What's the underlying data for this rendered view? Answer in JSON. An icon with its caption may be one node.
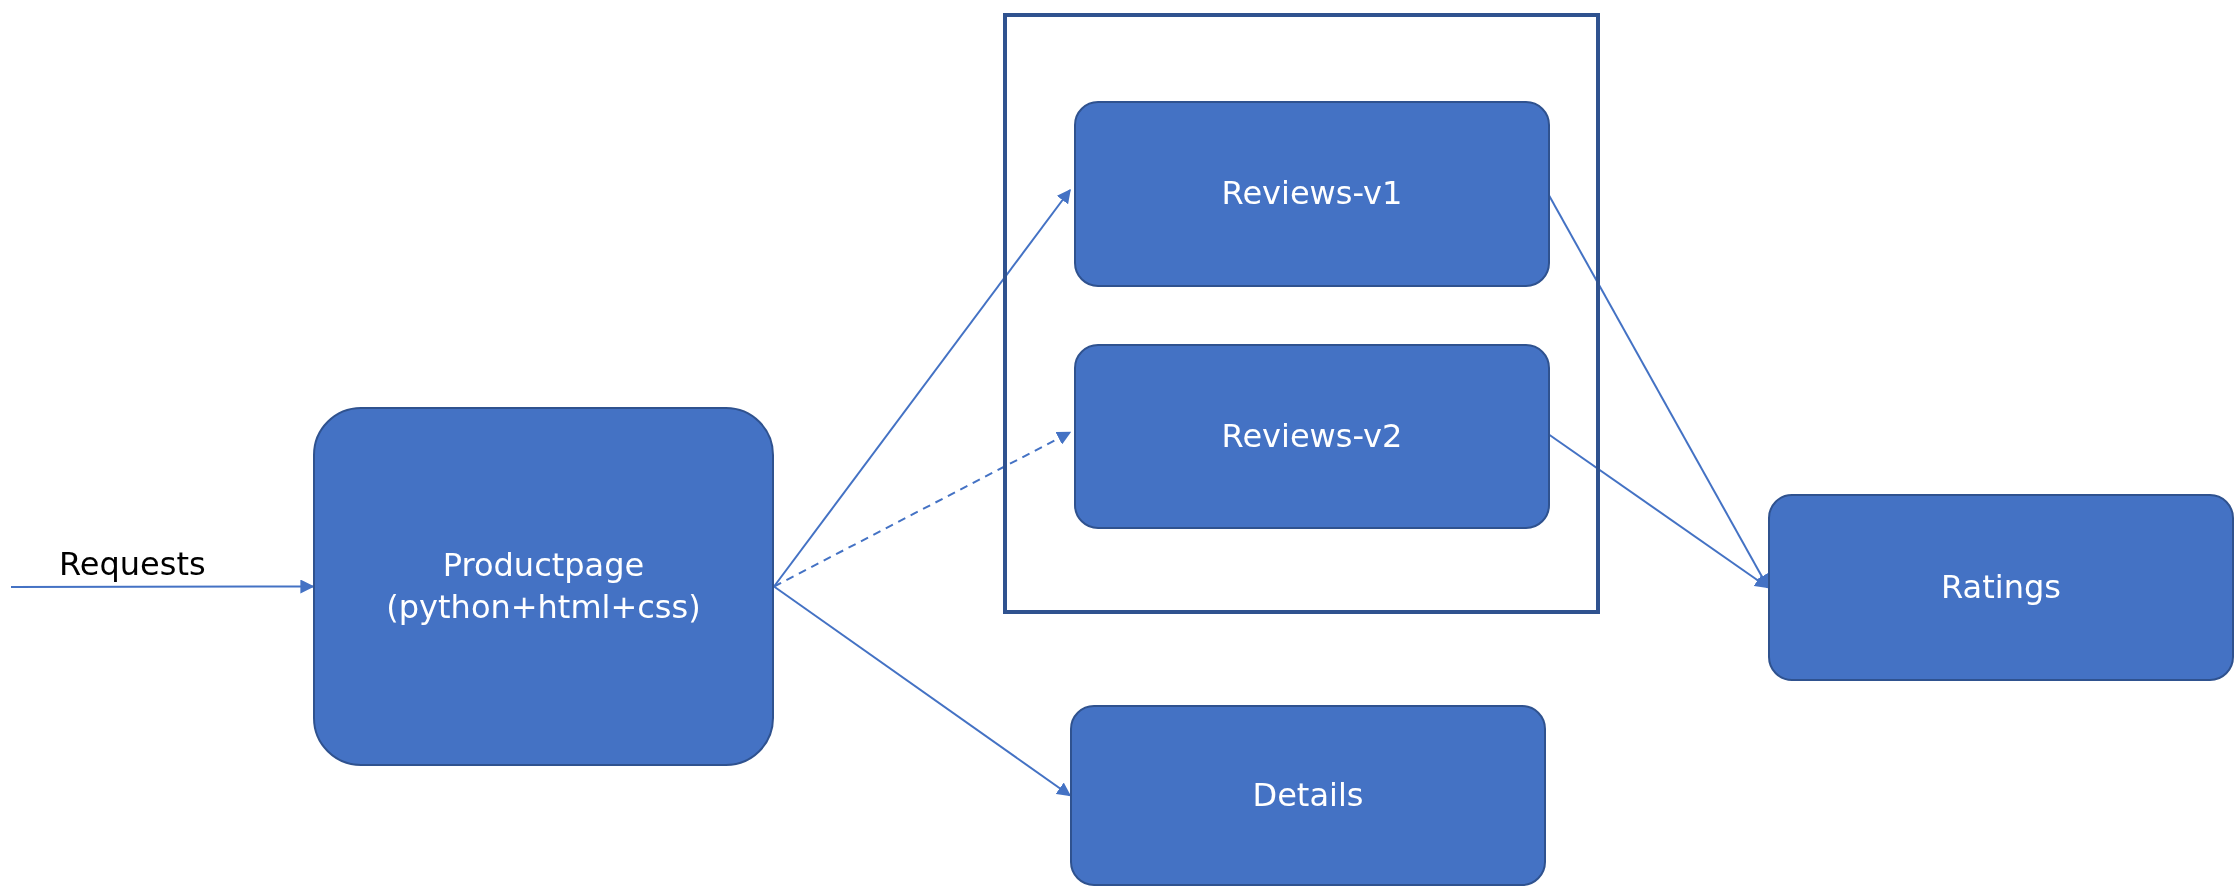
{
  "diagram": {
    "nodes": [
      {
        "text": [],
        "shape": "box"
      },
      {
        "text": [
          "Reviews-v1"
        ],
        "in": 0
      },
      {
        "text": [
          "Reviews-v2"
        ],
        "in": 0
      },
      {
        "text": [
          "Productpage",
          "(python+html+css)"
        ]
      },
      {
        "text": [
          "Details"
        ]
      },
      {
        "text": [
          "Ratings"
        ]
      }
    ],
    "edges": [
      {
        "from": null,
        "to": 3,
        "arrow": "to",
        "label": "Requests"
      },
      {
        "from": 3,
        "to": 1,
        "arrow": "to"
      },
      {
        "from": 3,
        "to": 2,
        "arrow": "to",
        "style": "dashed"
      },
      {
        "from": 3,
        "to": 4,
        "arrow": "to"
      },
      {
        "from": 1,
        "to": 5,
        "arrow": "to"
      },
      {
        "from": 2,
        "to": 5,
        "arrow": "to"
      }
    ]
  }
}
